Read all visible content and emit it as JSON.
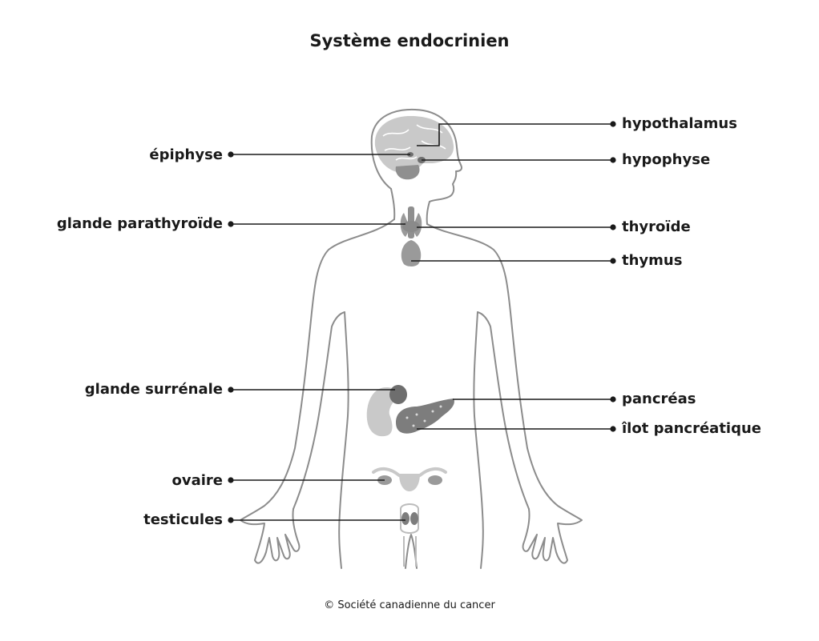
{
  "title": "Système endocrinien",
  "copyright": "© Société canadienne du cancer",
  "colors": {
    "outline": "#8c8c8c",
    "organ_light": "#c9c9c9",
    "organ_mid": "#9a9a9a",
    "organ_dark": "#6e6e6e",
    "text": "#1a1a1a"
  },
  "labels_left": {
    "epiphyse": "épiphyse",
    "parathyroide": "glande parathyroïde",
    "surrenale": "glande surrénale",
    "ovaire": "ovaire",
    "testicules": "testicules"
  },
  "labels_right": {
    "hypothalamus": "hypothalamus",
    "hypophyse": "hypophyse",
    "thyroide": "thyroïde",
    "thymus": "thymus",
    "pancreas": "pancréas",
    "ilot": "îlot pancréatique"
  }
}
